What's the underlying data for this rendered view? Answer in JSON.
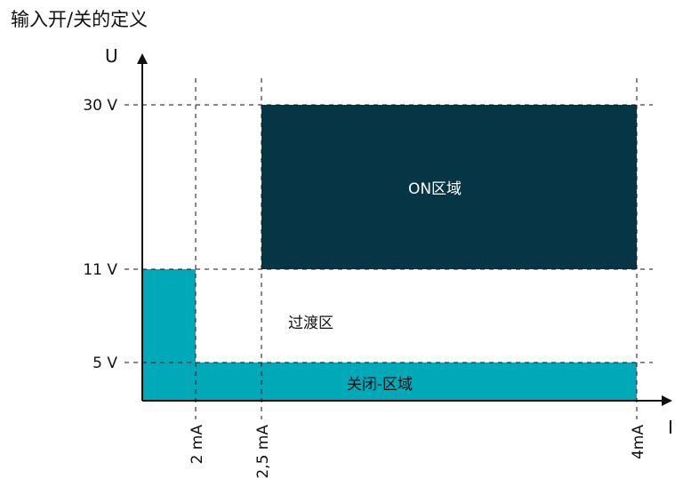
{
  "title": "输入开/关的定义",
  "axes": {
    "y_label": "U",
    "x_label": "I"
  },
  "y_ticks": [
    "30 V",
    "11 V",
    "5 V"
  ],
  "x_ticks": [
    "2 mA",
    "2,5 mA",
    "4mA"
  ],
  "regions": {
    "on": "ON区域",
    "transition": "过渡区",
    "off": "关闭-区域"
  },
  "colors": {
    "on_region": "#063646",
    "off_region": "#00a9b8",
    "axis": "#111111",
    "text_light": "#ffffff",
    "text_dark": "#111111"
  }
}
